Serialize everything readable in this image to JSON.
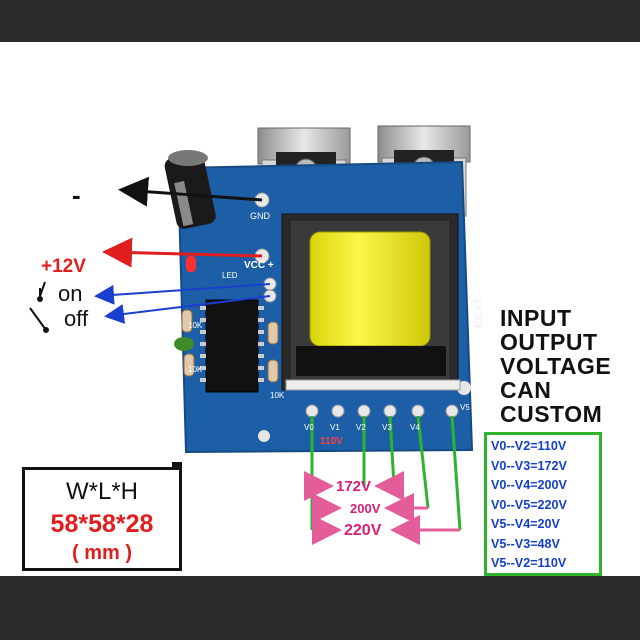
{
  "labels": {
    "minus": "-",
    "plus12v": "+12V",
    "on": "on",
    "off": "off"
  },
  "board": {
    "gnd": "GND",
    "vcc": "VCC +",
    "led": "LED",
    "r10k_a": "10K",
    "r10k_b": "10K",
    "r10k_c": "10K",
    "transformer_code": "EE 41",
    "pins": [
      "V0",
      "V1",
      "V2",
      "V3",
      "V4",
      "V5"
    ],
    "pin_110v": "110V"
  },
  "taps": {
    "v172": "172V",
    "v200": "200V",
    "v220": "220V"
  },
  "note_lines": [
    "INPUT",
    "OUTPUT",
    "VOLTAGE",
    "CAN",
    "CUSTOM"
  ],
  "spec": {
    "title": "W*L*H",
    "dims": "58*58*28",
    "unit": "( mm )"
  },
  "voltage_table": [
    "V0--V2=110V",
    "V0--V3=172V",
    "V0--V4=200V",
    "V0--V5=220V",
    "V5--V4=20V",
    "V5--V3=48V",
    "V5--V2=110V"
  ],
  "colors": {
    "board": "#1d5fa6",
    "coil": "#f2ee1a",
    "arrow_red": "#e01e1e",
    "arrow_blue": "#1a3fcf",
    "wire_green": "#2cb52c",
    "tap_pink": "#e45c9a"
  }
}
